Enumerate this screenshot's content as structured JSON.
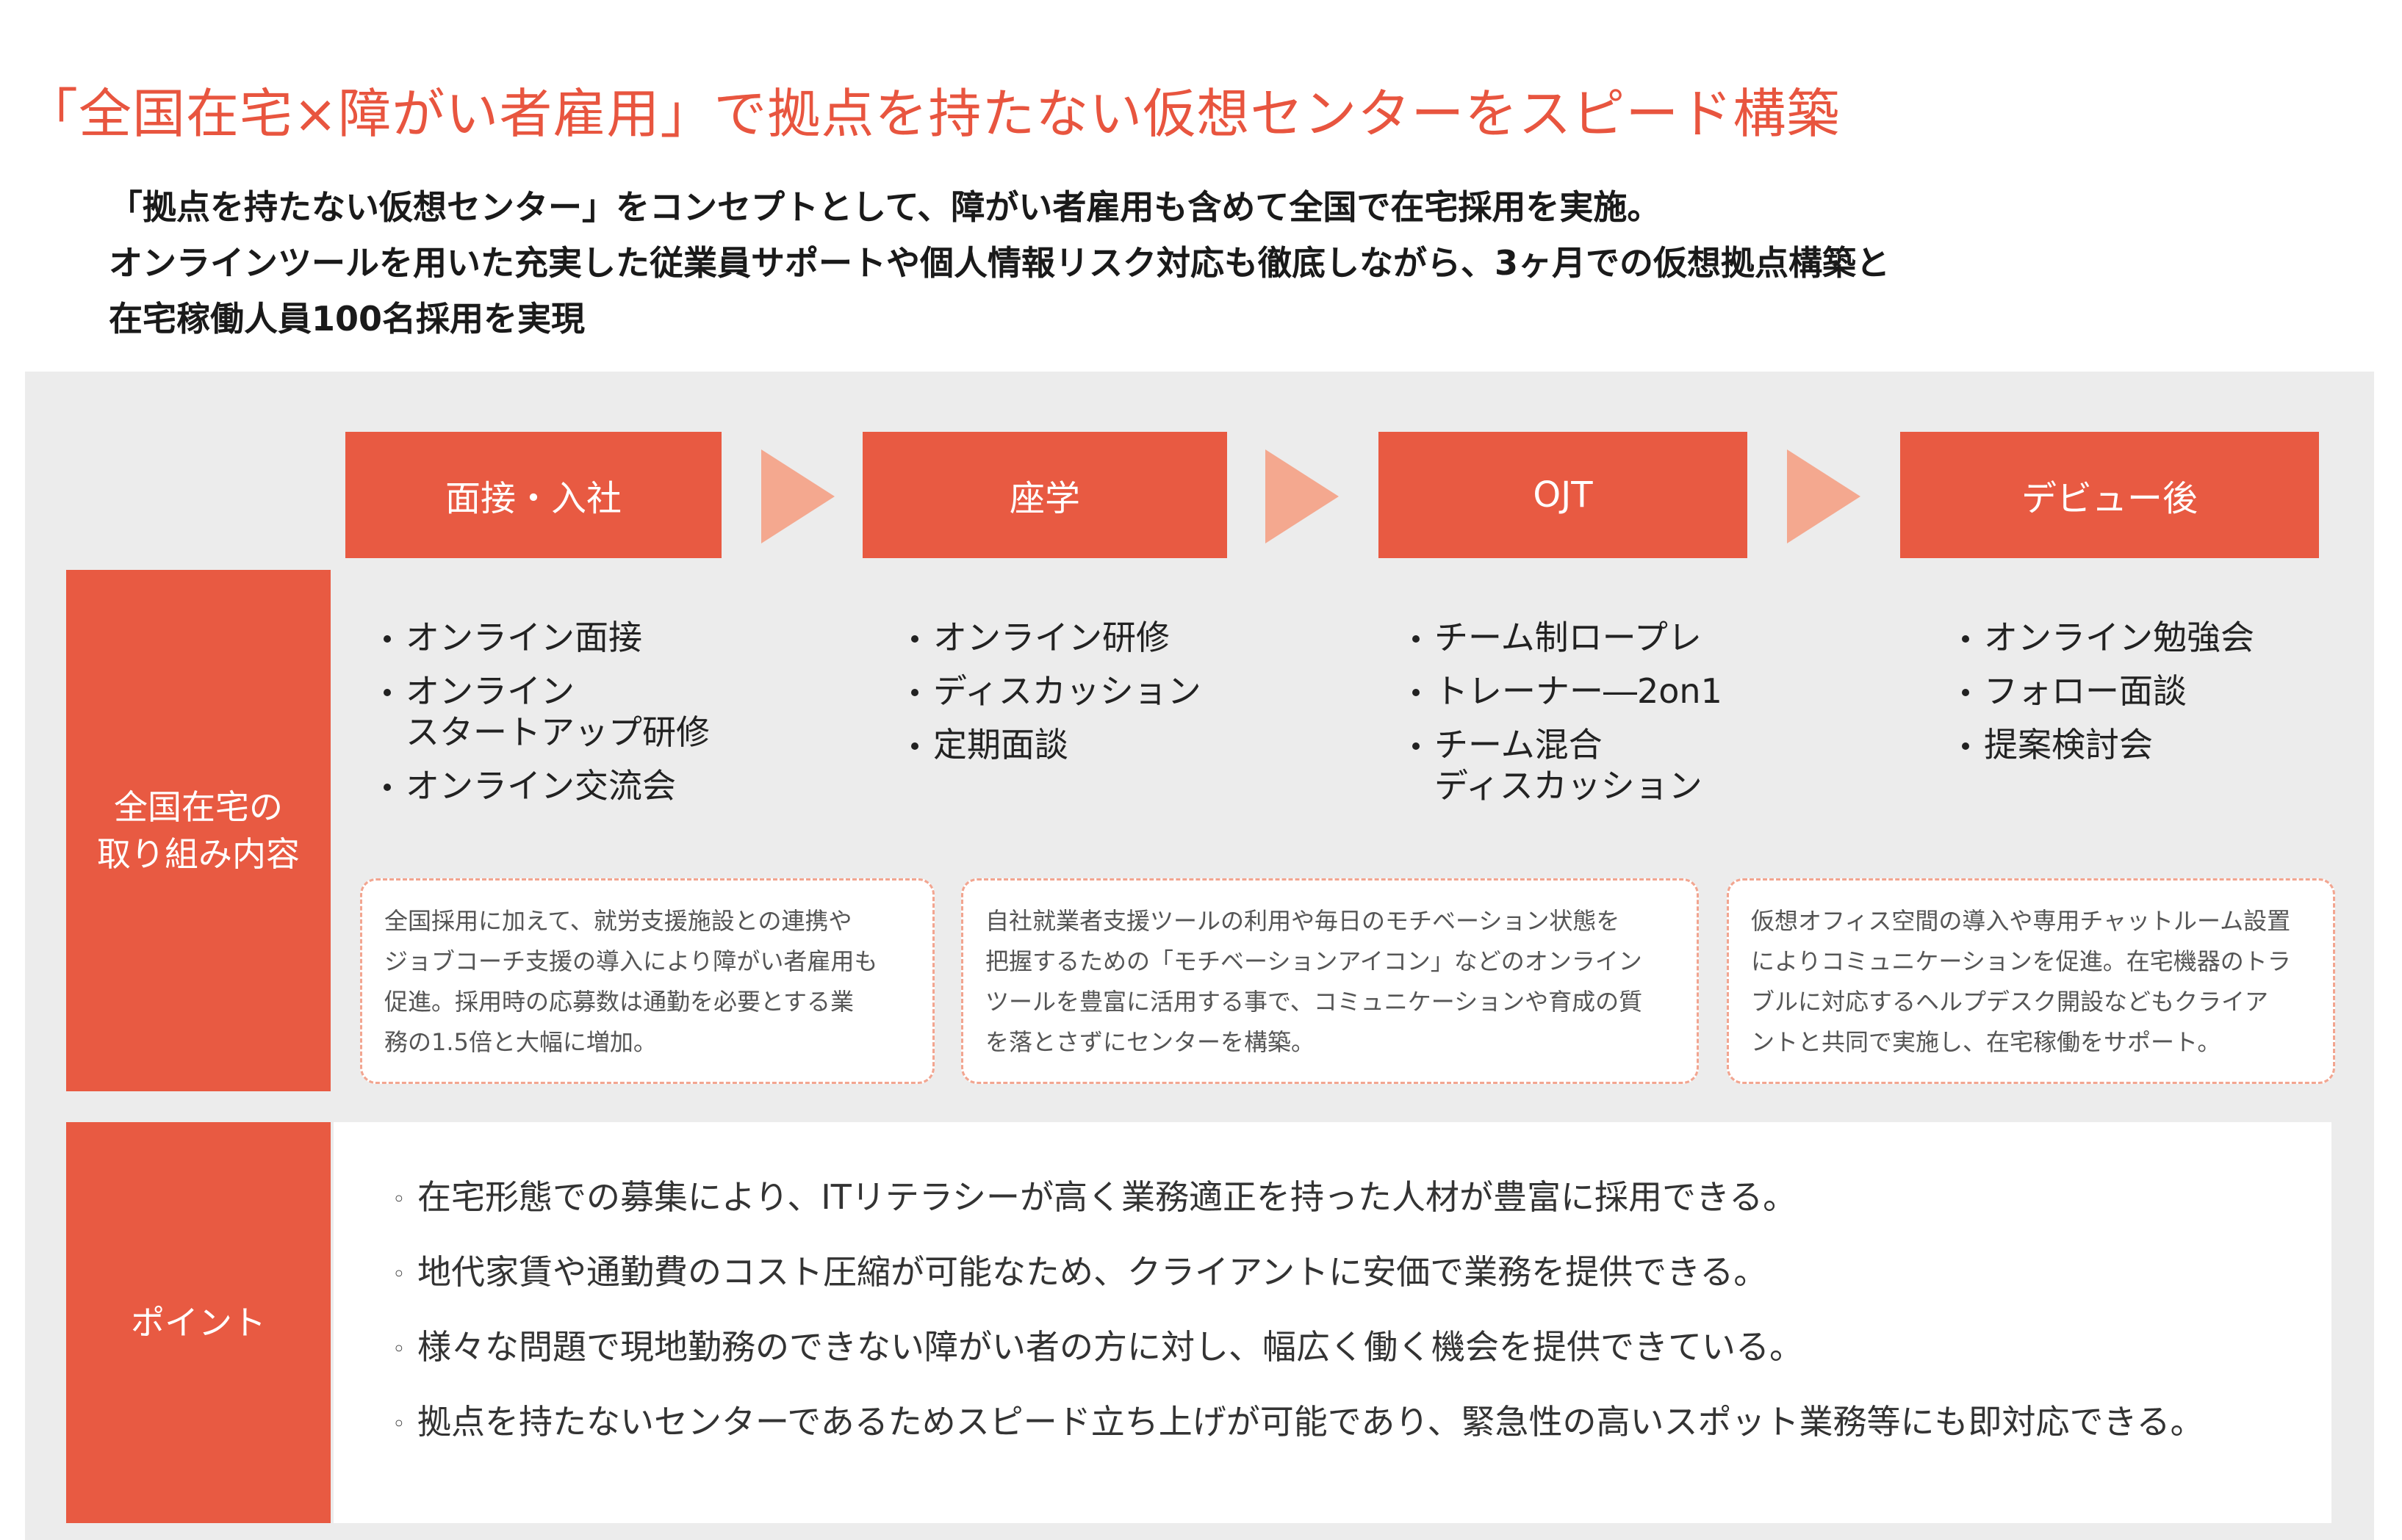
{
  "title": "「全国在宅×障がい者雇用」で拠点を持たない仮想センターをスピード構築",
  "intro": [
    "「拠点を持たない仮想センター」をコンセプトとして、障がい者雇用も含めて全国で在宅採用を実施。",
    "オンラインツールを用いた充実した従業員サポートや個人情報リスク対応も徹底しながら、3ヶ月での仮想拠点構築と",
    "在宅稼働人員100名採用を実現"
  ],
  "steps": [
    "面接・入社",
    "座学",
    "OJT",
    "デビュー後"
  ],
  "side_labels": {
    "content": [
      "全国在宅の",
      "取り組み内容"
    ],
    "points": "ポイント"
  },
  "bullets": [
    [
      "オンライン面接",
      "オンライン\nスタートアップ研修",
      "オンライン交流会"
    ],
    [
      "オンライン研修",
      "ディスカッション",
      "定期面談"
    ],
    [
      "チーム制ロープレ",
      "トレーナー―2on1",
      "チーム混合\nディスカッション"
    ],
    [
      "オンライン勉強会",
      "フォロー面談",
      "提案検討会"
    ]
  ],
  "notes": [
    [
      "全国採用に加えて、就労支援施設との連携や",
      "ジョブコーチ支援の導入により障がい者雇用も",
      "促進。採用時の応募数は通勤を必要とする業",
      "務の1.5倍と大幅に増加。"
    ],
    [
      "自社就業者支援ツールの利用や毎日のモチベーション状態を",
      "把握するための「モチベーションアイコン」などのオンライン",
      "ツールを豊富に活用する事で、コミュニケーションや育成の質",
      "を落とさずにセンターを構築。"
    ],
    [
      "仮想オフィス空間の導入や専用チャットルーム設置",
      "によりコミュニケーションを促進。在宅機器のトラ",
      "ブルに対応するヘルプデスク開設などもクライア",
      "ントと共同で実施し、在宅稼働をサポート。"
    ]
  ],
  "point_marker": "◦",
  "points": [
    "在宅形態での募集により、ITリテラシーが高く業務適正を持った人材が豊富に採用できる。",
    "地代家賃や通勤費のコスト圧縮が可能なため、クライアントに安価で業務を提供できる。",
    "様々な問題で現地勤務のできない障がい者の方に対し、幅広く働く機会を提供できている。",
    "拠点を持たないセンターであるためスピード立ち上げが可能であり、緊急性の高いスポット業務等にも即対応できる。"
  ],
  "colors": {
    "accent": "#e85a42",
    "title": "#e8553f",
    "arrow": "#f4a88f",
    "panel": "#ececec",
    "dashed_border": "#f2a590"
  }
}
